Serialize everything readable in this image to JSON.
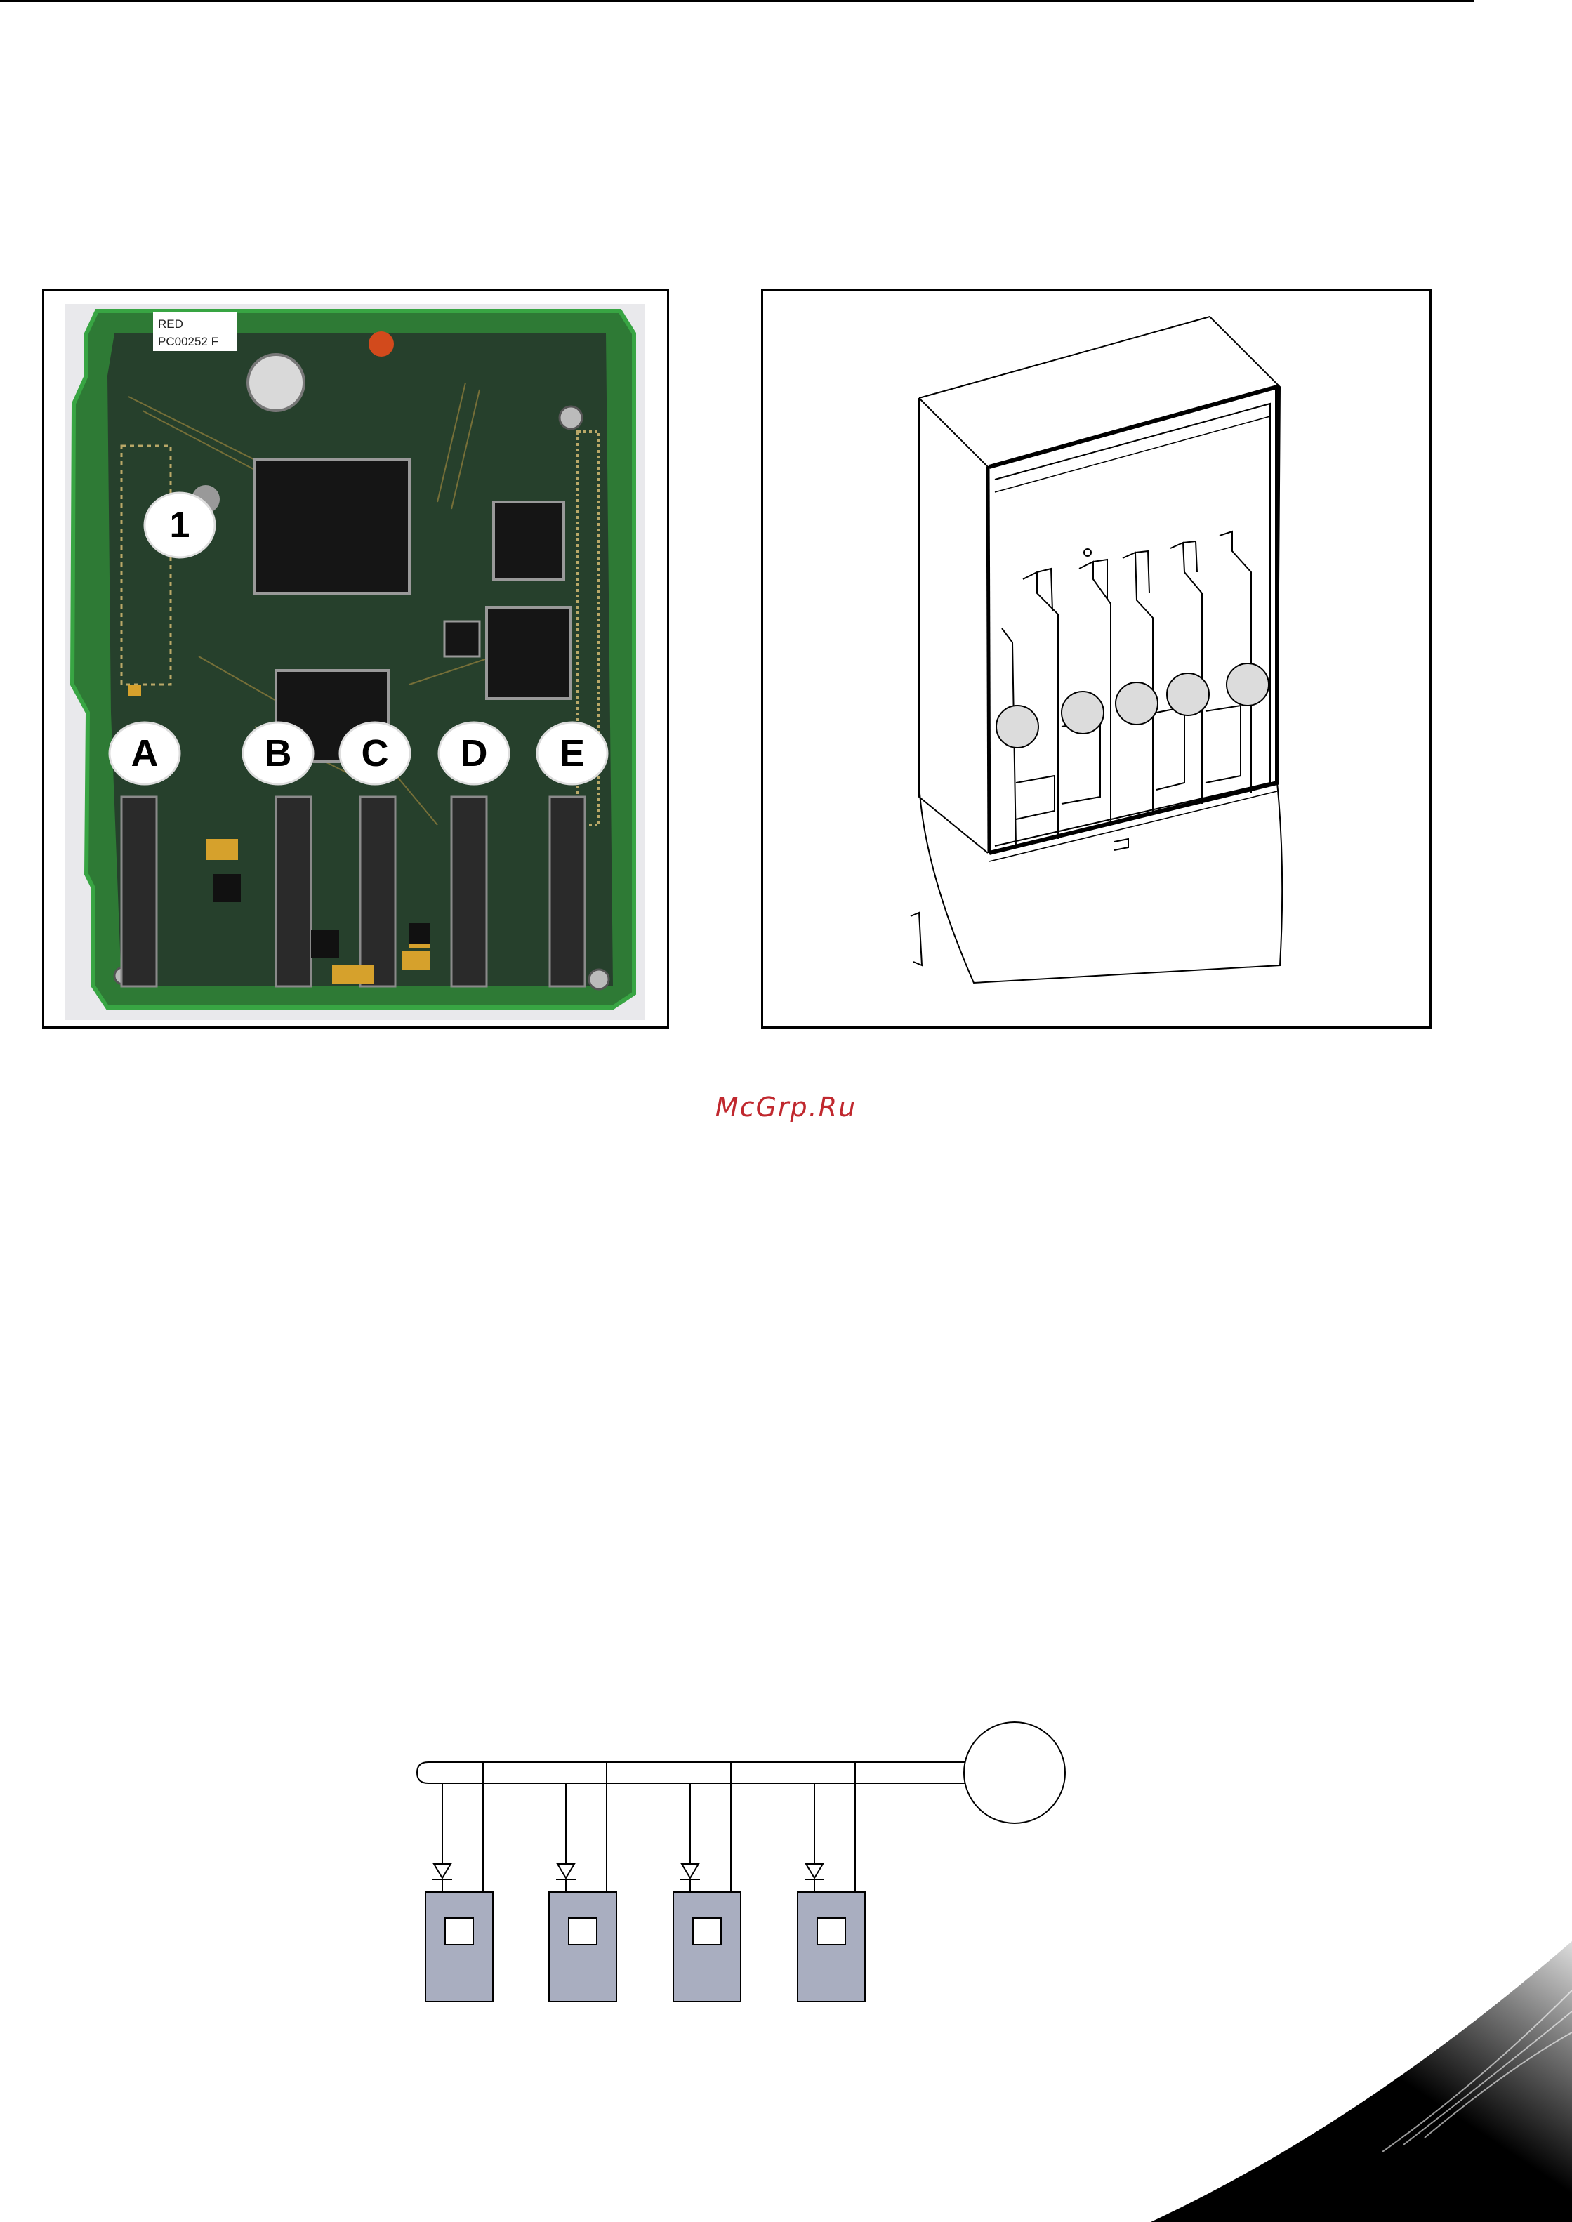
{
  "board_photo": {
    "silkscreen_top": "RED",
    "silkscreen_part": "PC00252 F",
    "callouts": [
      "1",
      "A",
      "B",
      "C",
      "D",
      "E"
    ]
  },
  "watermark": {
    "text": "McGrp.Ru",
    "color": "#c0282e"
  },
  "colors": {
    "pcb_green": "#1f6b2a",
    "pcb_dark": "#1c2a1a",
    "drive_fill": "#a9aec0",
    "marker_fill": "#dcdcdc"
  }
}
